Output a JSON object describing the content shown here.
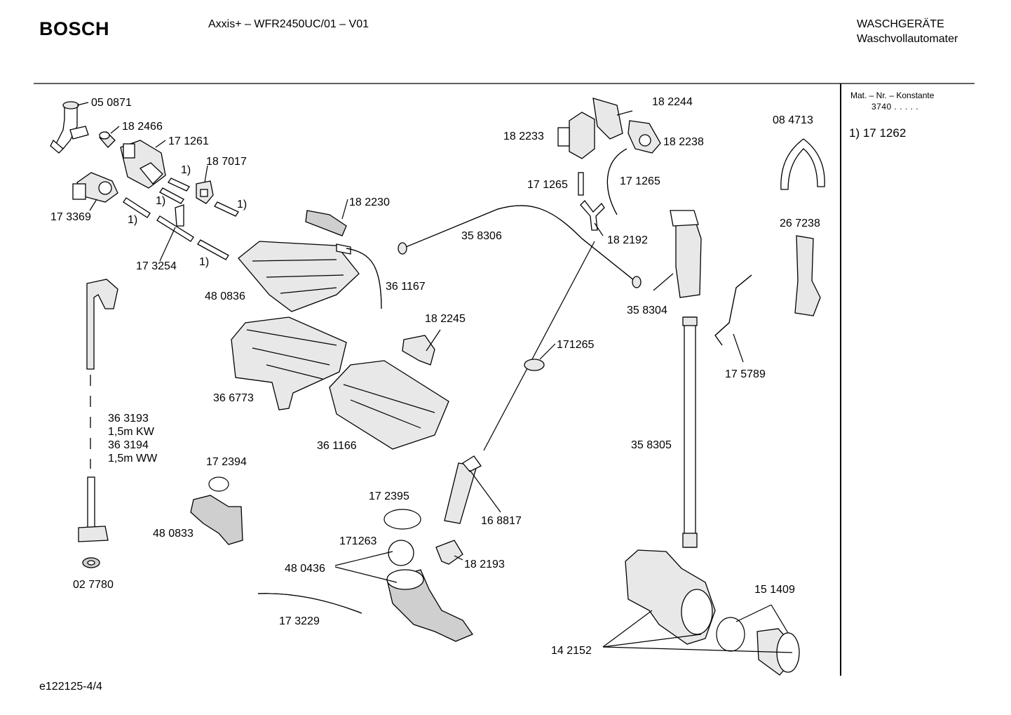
{
  "header": {
    "brand": "BOSCH",
    "model": "Axxis+ – WFR2450UC/01 – V01",
    "category_line1": "WASCHGERÄTE",
    "category_line2": "Waschvollautomater"
  },
  "sidebar": {
    "mat_label": "Mat. – Nr. – Konstante",
    "mat_value": "3740  .  .  .  .  .",
    "note": "1) 17 1262"
  },
  "footer": {
    "doc_id": "e122125-4/4"
  },
  "parts": [
    "05 0871",
    "18 2466",
    "17 1261",
    "18 7017",
    "17 3369",
    "1)",
    "1)",
    "1)",
    "1)",
    "17 3254",
    "1)",
    "18 2230",
    "48 0836",
    "36 1167",
    "18 2233",
    "18 2244",
    "18 2238",
    "17 1265",
    "17 1265",
    "18 2192",
    "35 8306",
    "08 4713",
    "1) 17 1262",
    "26 7238",
    "35 8304",
    "17 5789",
    "171265",
    "18 2245",
    "36 6773",
    "36 1166",
    "36 3193",
    "1,5m KW",
    "36 3194",
    "1,5m WW",
    "17 2394",
    "48 0833",
    "02 7780",
    "17 2395",
    "171263",
    "48 0436",
    "18 2193",
    "16 8817",
    "35 8305",
    "15 1409",
    "17 3229",
    "14 2152"
  ]
}
